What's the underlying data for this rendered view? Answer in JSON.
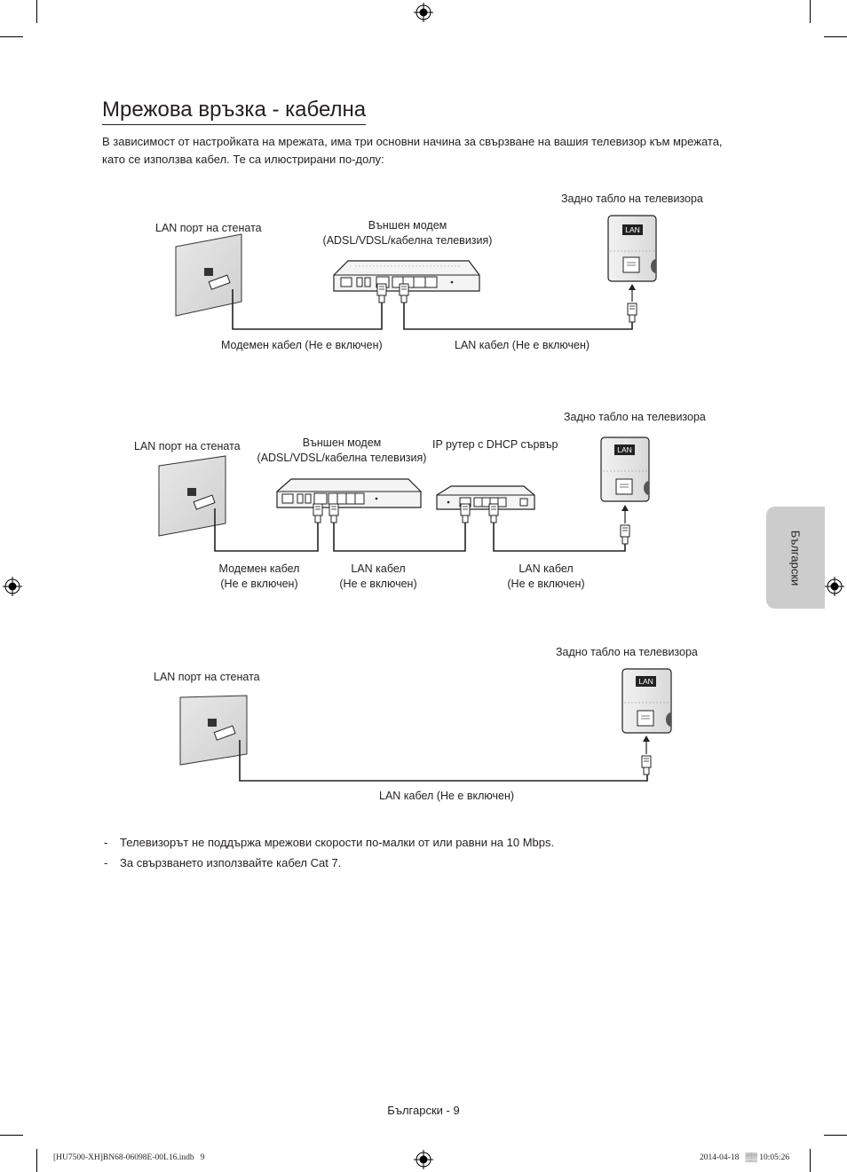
{
  "page": {
    "title": "Мрежова връзка - кабелна",
    "intro": "В зависимост от настройката на мрежата, има три основни начина за свързване на вашия телевизор към мрежата, като се използва кабел. Те са илюстрирани по-долу:"
  },
  "diagram1": {
    "tv_label": "Задно табло на телевизора",
    "wall_label": "LAN порт на стената",
    "modem_label_1": "Външен модем",
    "modem_label_2": "(ADSL/VDSL/кабелна телевизия)",
    "modem_cable": "Модемен кабел (Не е включен)",
    "lan_cable": "LAN кабел (Не е включен)",
    "lan_port": "LAN"
  },
  "diagram2": {
    "tv_label": "Задно табло на телевизора",
    "wall_label": "LAN порт на стената",
    "modem_label_1": "Външен модем",
    "modem_label_2": "(ADSL/VDSL/кабелна телевизия)",
    "router_label": "IP рутер с DHCP сървър",
    "modem_cable_1": "Модемен кабел",
    "modem_cable_2": "(Не е включен)",
    "lan_cable_a_1": "LAN кабел",
    "lan_cable_a_2": "(Не е включен)",
    "lan_cable_b_1": "LAN кабел",
    "lan_cable_b_2": "(Не е включен)",
    "lan_port": "LAN"
  },
  "diagram3": {
    "tv_label": "Задно табло на телевизора",
    "wall_label": "LAN порт на стената",
    "lan_cable": "LAN кабел (Не е включен)",
    "lan_port": "LAN"
  },
  "notes": [
    {
      "dash": "-",
      "text": "Телевизорът не поддържа мрежови скорости по-малки от или равни на 10 Mbps."
    },
    {
      "dash": "-",
      "text": "За свързването използвайте кабел Cat 7."
    }
  ],
  "side_tab": "Български",
  "footer": {
    "page_label": "Български - 9",
    "file": "[HU7500-XH]BN68-06098E-00L16.indb   9",
    "timestamp": "2014-04-18   ▒▒ 10:05:26"
  }
}
